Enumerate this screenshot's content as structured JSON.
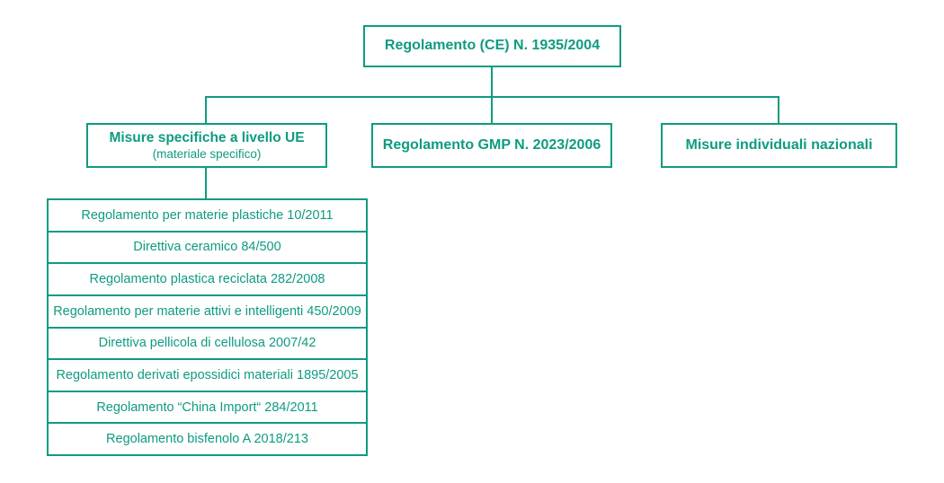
{
  "accent_color": "#0e9b80",
  "root": {
    "label": "Regolamento (CE) N. 1935/2004"
  },
  "branches": {
    "eu_specific": {
      "title": "Misure specifiche a livello UE",
      "subtitle": "(materiale specifico)"
    },
    "gmp": {
      "title": "Regolamento GMP N. 2023/2006"
    },
    "national": {
      "title": "Misure individuali nazionali"
    }
  },
  "specific_measures": [
    "Regolamento per materie plastiche 10/2011",
    "Direttiva ceramico 84/500",
    "Regolamento plastica reciclata 282/2008",
    "Regolamento per materie attivi e intelligenti 450/2009",
    "Direttiva pellicola di cellulosa 2007/42",
    "Regolamento derivati epossidici materiali 1895/2005",
    "Regolamento “China Import“ 284/2011",
    "Regolamento bisfenolo A 2018/213"
  ]
}
